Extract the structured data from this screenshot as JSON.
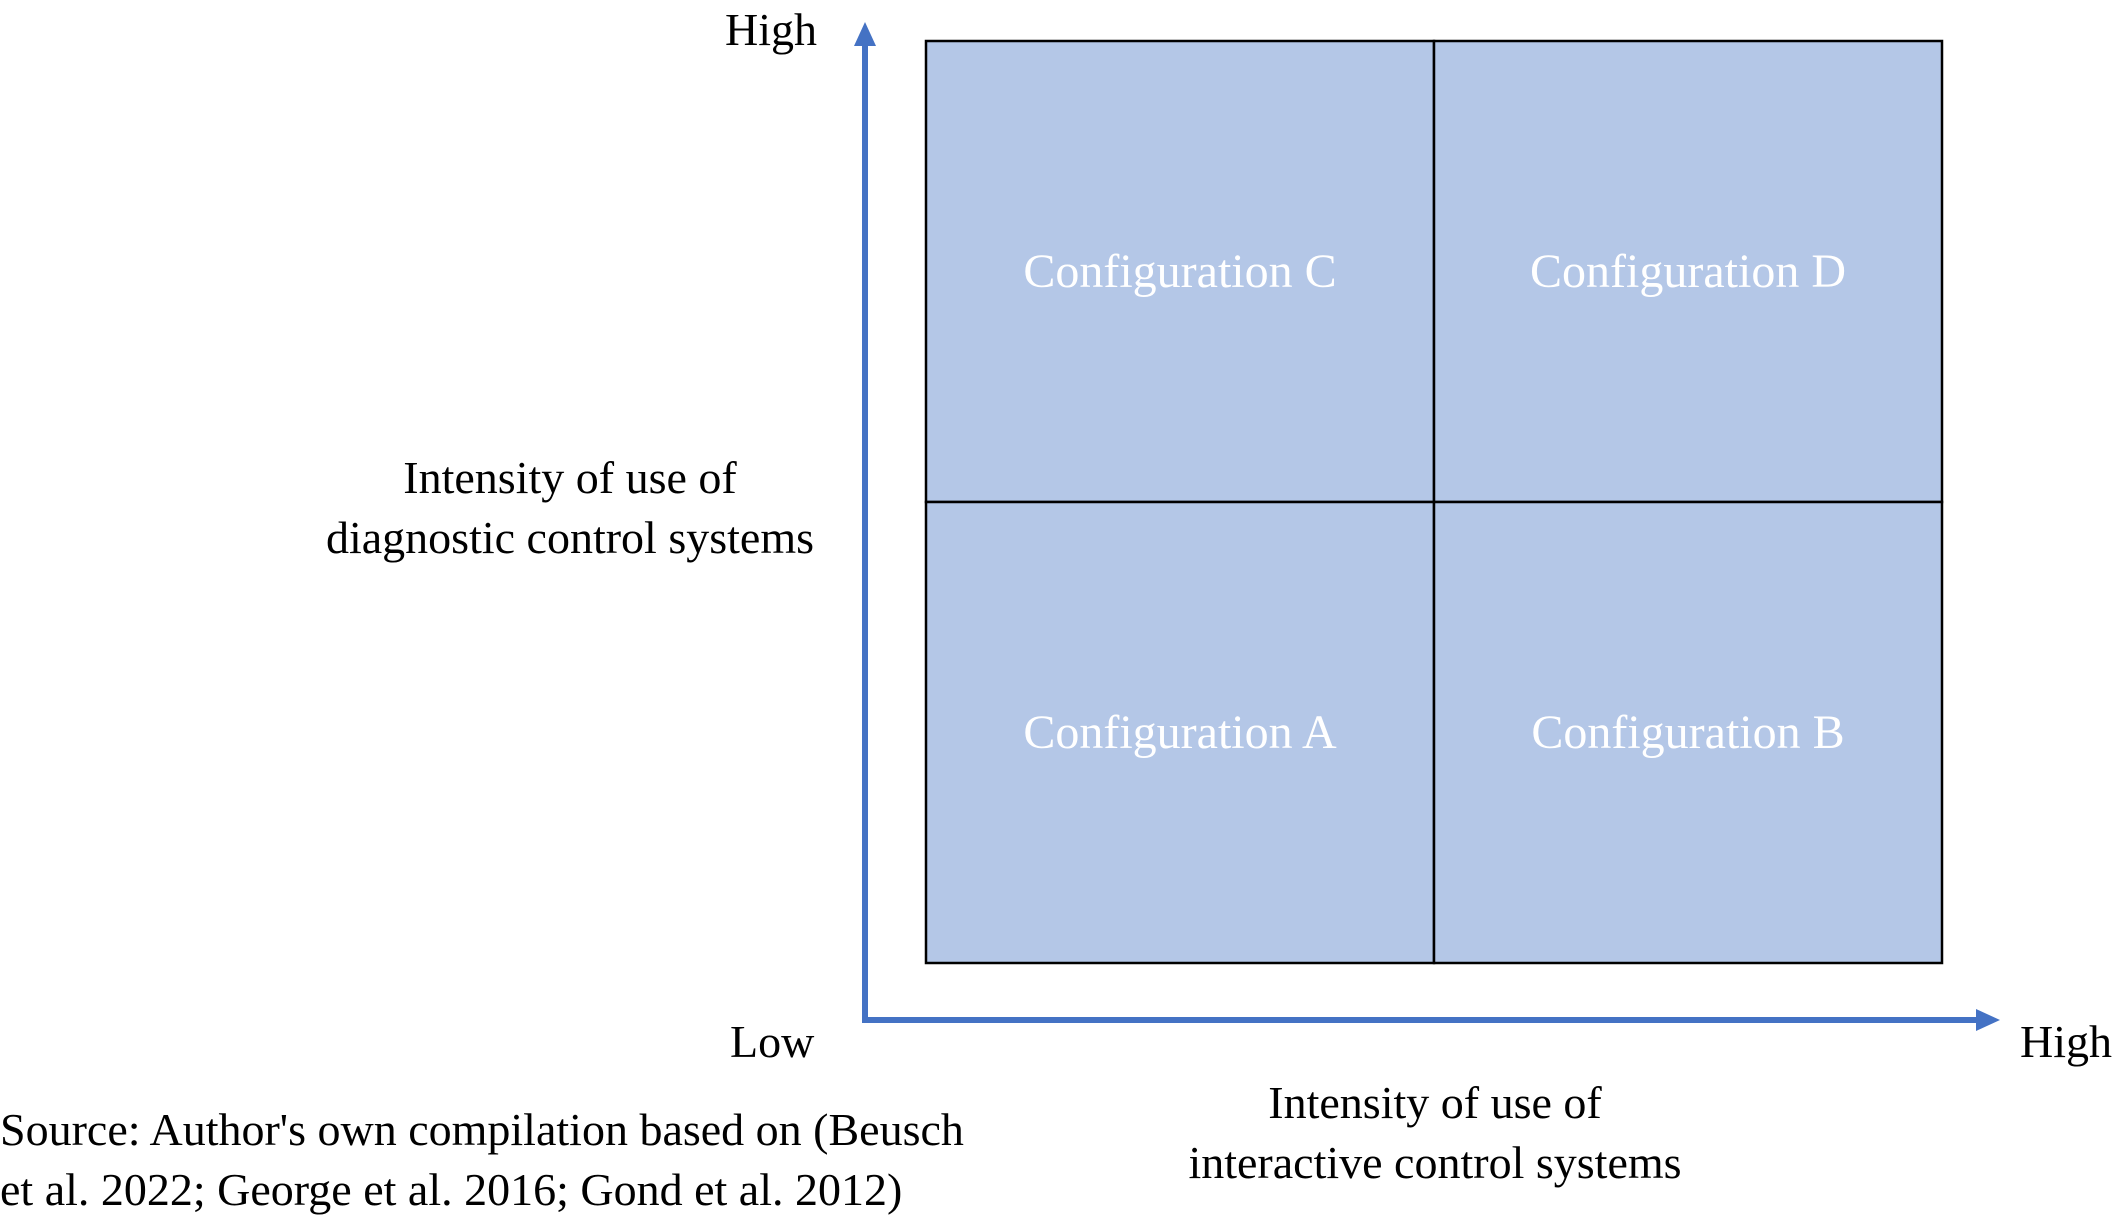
{
  "y_axis": {
    "high_label": "High",
    "title_line1": "Intensity of use of",
    "title_line2": "diagnostic control systems"
  },
  "x_axis": {
    "low_label": "Low",
    "high_label": "High",
    "title_line1": "Intensity of use of",
    "title_line2": "interactive control systems"
  },
  "quadrants": {
    "top_left": "Configuration C",
    "top_right": "Configuration D",
    "bottom_left": "Configuration A",
    "bottom_right": "Configuration B"
  },
  "source": {
    "line1": "Source: Author's own compilation based on (Beusch",
    "line2": "et al. 2022; George et al. 2016; Gond et al. 2012)"
  },
  "colors": {
    "axis": "#4472C4",
    "quadrant_fill": "#B4C7E7",
    "grid_line": "#000000",
    "quadrant_text": "#FFFFFF"
  }
}
